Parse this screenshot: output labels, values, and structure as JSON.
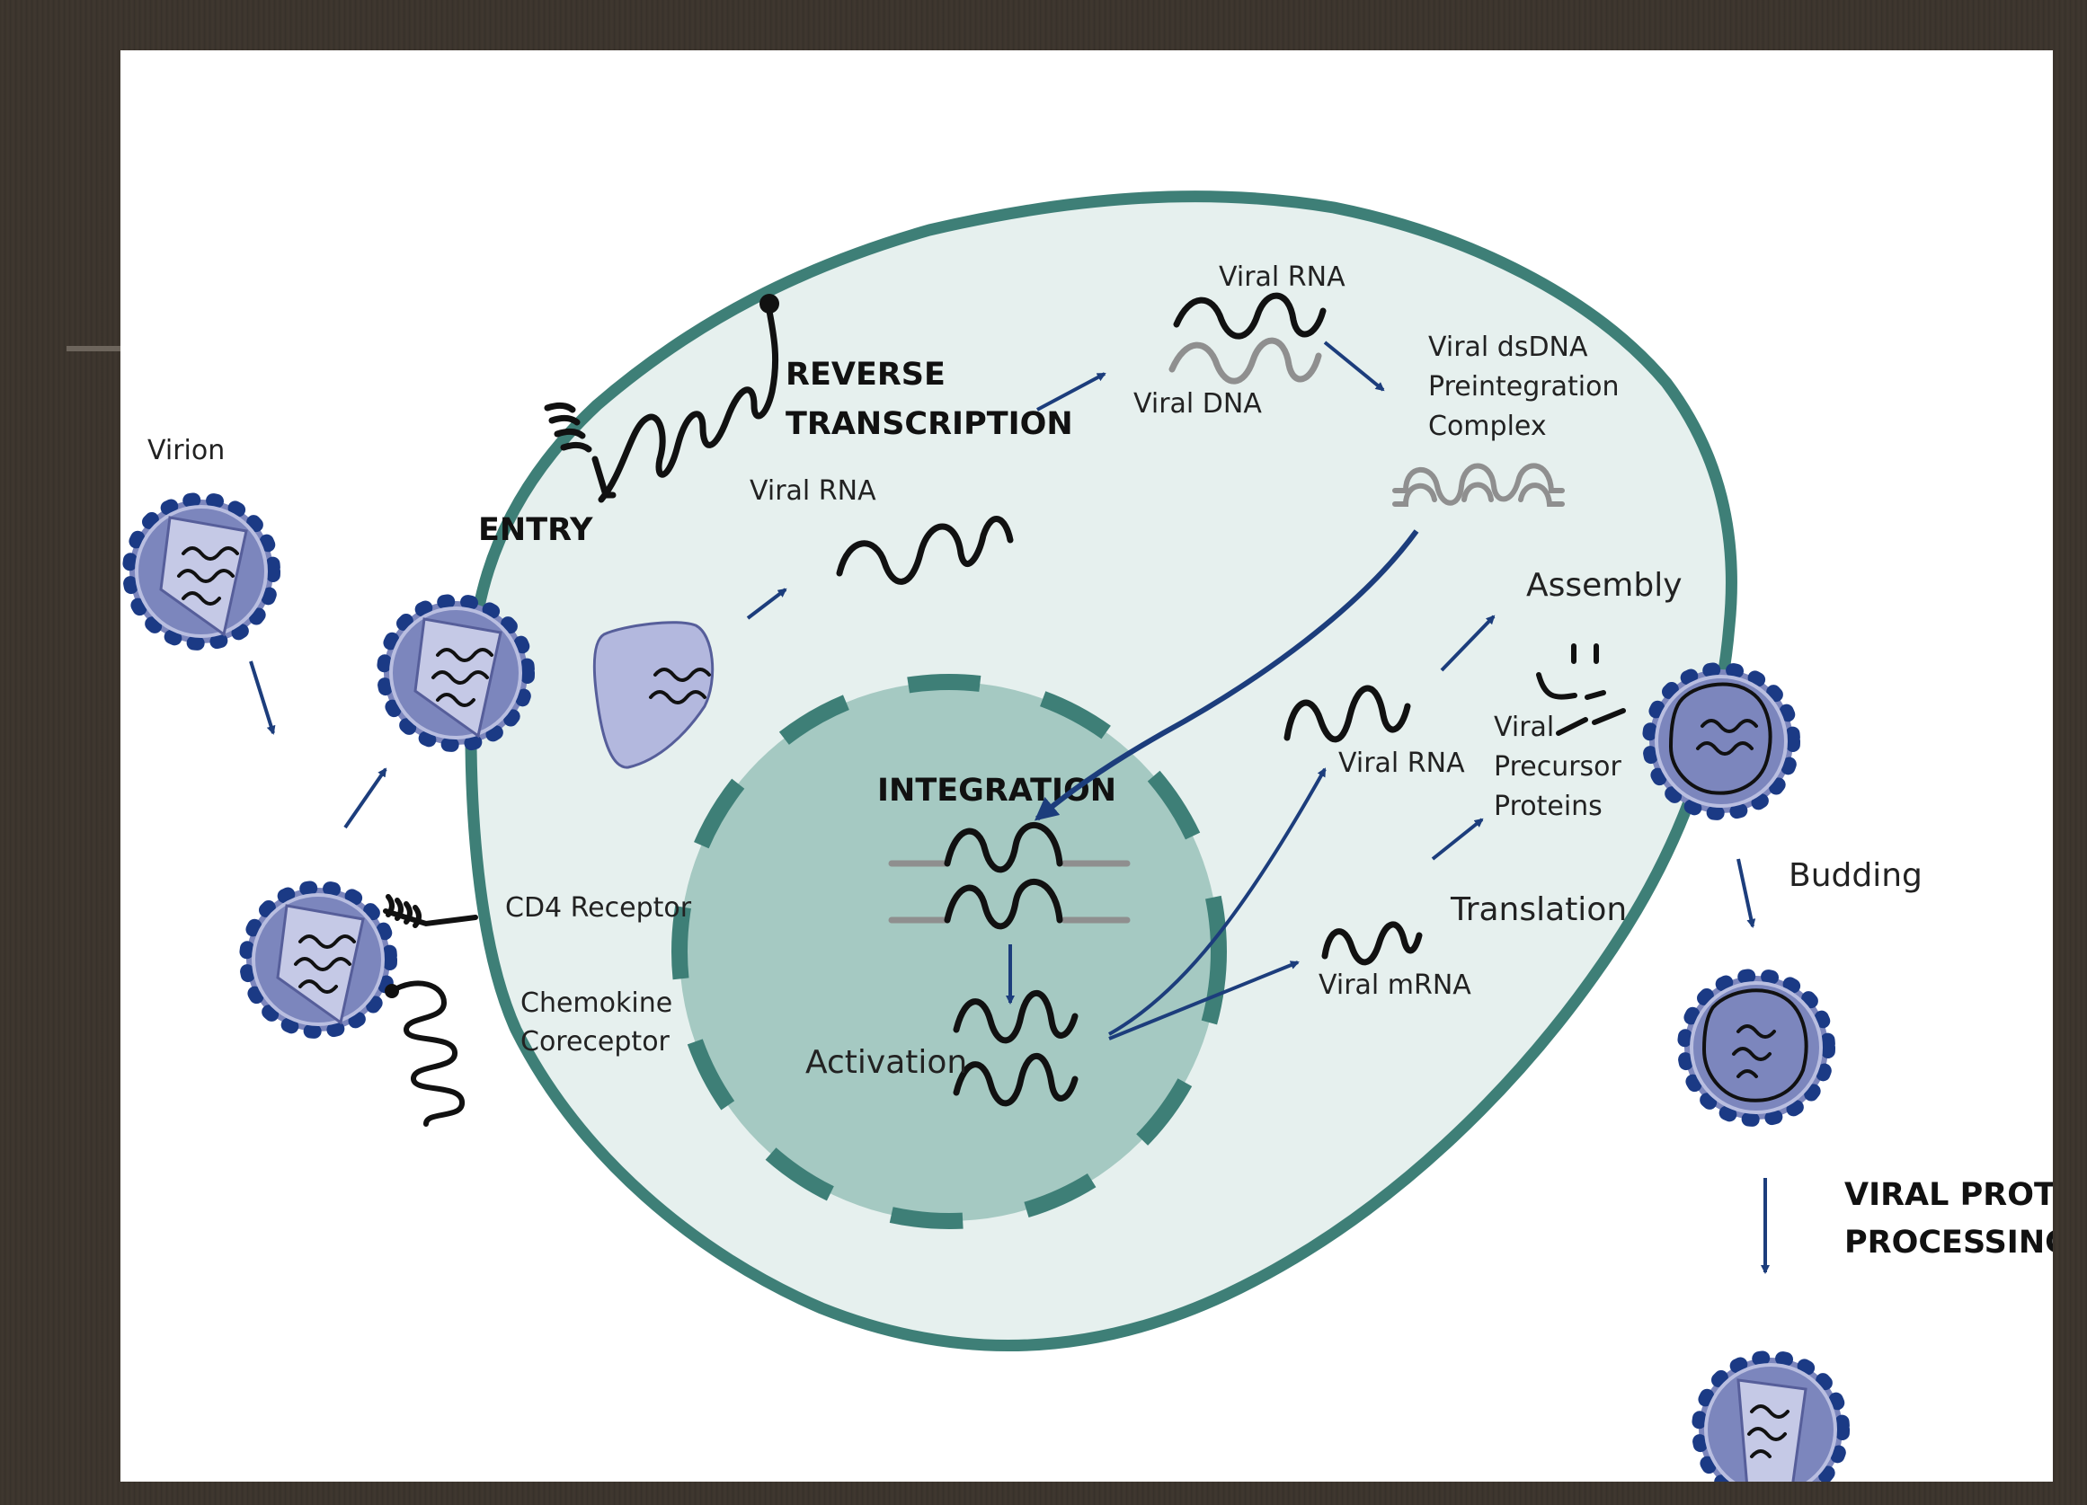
{
  "labels": {
    "virion": "Virion",
    "entry": "ENTRY",
    "cd4_receptor": "CD4 Receptor",
    "chemokine_line1": "Chemokine",
    "chemokine_line2": "Coreceptor",
    "reverse_transcription_line1": "REVERSE",
    "reverse_transcription_line2": "TRANSCRIPTION",
    "viral_rna_rt": "Viral RNA",
    "viral_rna_top": "Viral RNA",
    "viral_dna": "Viral DNA",
    "preintegration_line1": "Viral dsDNA",
    "preintegration_line2": "Preintegration",
    "preintegration_line3": "Complex",
    "integration": "INTEGRATION",
    "activation": "Activation",
    "viral_rna_mid": "Viral RNA",
    "viral_mrna": "Viral mRNA",
    "translation": "Translation",
    "assembly": "Assembly",
    "precursor_line1": "Viral",
    "precursor_line2": "Precursor",
    "precursor_line3": "Proteins",
    "budding": "Budding",
    "processing_line1": "VIRAL PROTEIN",
    "processing_line2": "PROCESSING"
  },
  "colors": {
    "slide_background": "#3b342c",
    "panel_background": "#ffffff",
    "cell_fill": "#e6f0ee",
    "cell_membrane": "#3e7f77",
    "nucleus_fill": "#a5c9c2",
    "virion_envelope": "#7c86bd",
    "virion_spikes": "#1b3a85",
    "capsid_fill": "#c5c9e6",
    "arrow": "#1c3d7c"
  }
}
